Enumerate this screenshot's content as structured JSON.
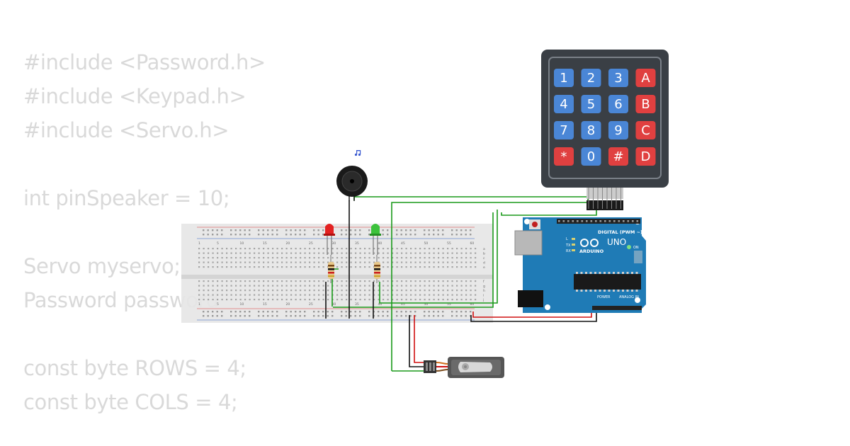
{
  "code_lines": [
    "#include <Password.h>",
    "#include <Keypad.h>",
    "#include <Servo.h>",
    "",
    "int pinSpeaker = 10;",
    "",
    "Servo myservo;",
    "Password password",
    "",
    "const byte ROWS = 4;",
    "const byte COLS = 4;"
  ],
  "keypad": {
    "keys": [
      "1",
      "2",
      "3",
      "A",
      "4",
      "5",
      "6",
      "B",
      "7",
      "8",
      "9",
      "C",
      "*",
      "0",
      "#",
      "D"
    ],
    "colors": {
      "numeric": "#4a86d6",
      "letter": "#e04040",
      "body": "#3a3f45"
    }
  },
  "arduino": {
    "logo": "UNO",
    "brand": "ARDUINO",
    "digital_label": "DIGITAL (PWM ~)",
    "on_label": "ON",
    "tx_label": "TX",
    "rx_label": "RX",
    "l_label": "L",
    "power_label": "POWER",
    "analog_label": "ANALOG IN",
    "color": "#1f7bb6"
  },
  "breadboard": {
    "column_numbers": [
      "1",
      "5",
      "10",
      "15",
      "20",
      "25",
      "30",
      "35",
      "40",
      "45",
      "50",
      "55",
      "60"
    ],
    "row_letters_top": [
      "a",
      "b",
      "c",
      "d",
      "e"
    ],
    "row_letters_bottom": [
      "f",
      "g",
      "h",
      "i",
      "j"
    ]
  },
  "speaker_icon": "music-note-icon",
  "wire_colors": {
    "green": "#1a9a1a",
    "black": "#111111",
    "red": "#d01010"
  }
}
